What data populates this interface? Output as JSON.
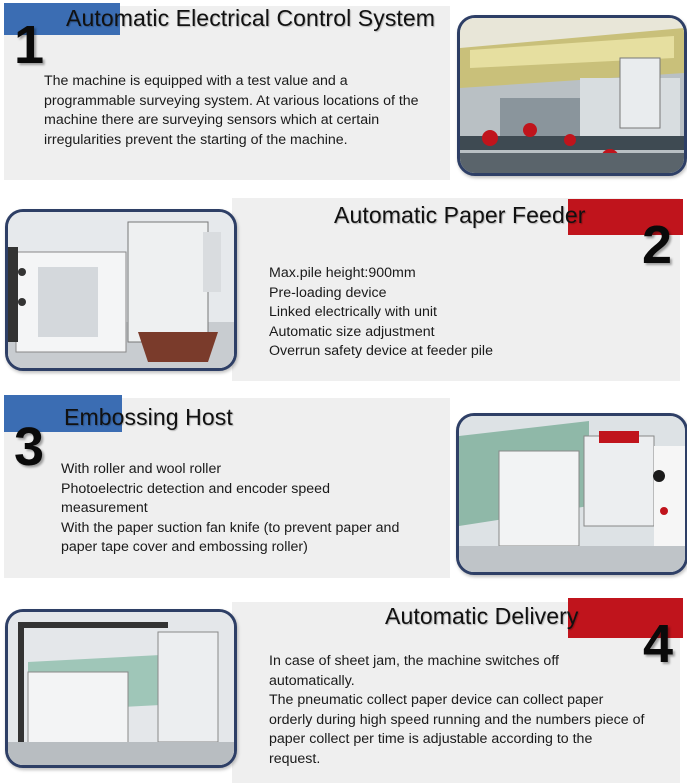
{
  "sections": [
    {
      "number": "1",
      "title": "Automatic Electrical Control System",
      "lines": [
        "The machine is equipped with a test value and a",
        "programmable surveying system. At various locations of the",
        "machine there are surveying sensors which at certain",
        "irregularities prevent the starting of the machine."
      ],
      "accent_color": "#3b6db3"
    },
    {
      "number": "2",
      "title": "Automatic Paper Feeder",
      "lines": [
        "Max.pile height:900mm",
        "Pre-loading device",
        "Linked electrically with unit",
        "Automatic size adjustment",
        "Overrun safety device at feeder pile"
      ],
      "accent_color": "#c0141c"
    },
    {
      "number": "3",
      "title": "Embossing Host",
      "lines": [
        "With roller and wool roller",
        "Photoelectric detection and encoder speed",
        "measurement",
        "With the paper suction fan knife (to prevent paper and",
        "paper tape cover and embossing roller)"
      ],
      "accent_color": "#3b6db3"
    },
    {
      "number": "4",
      "title": "Automatic Delivery",
      "lines": [
        "In case of sheet jam, the machine switches off",
        "automatically.",
        "The pneumatic collect paper device can collect paper",
        "orderly during high speed running and the numbers piece of",
        "paper collect per time is adjustable according to the",
        "request."
      ],
      "accent_color": "#c0141c"
    }
  ]
}
